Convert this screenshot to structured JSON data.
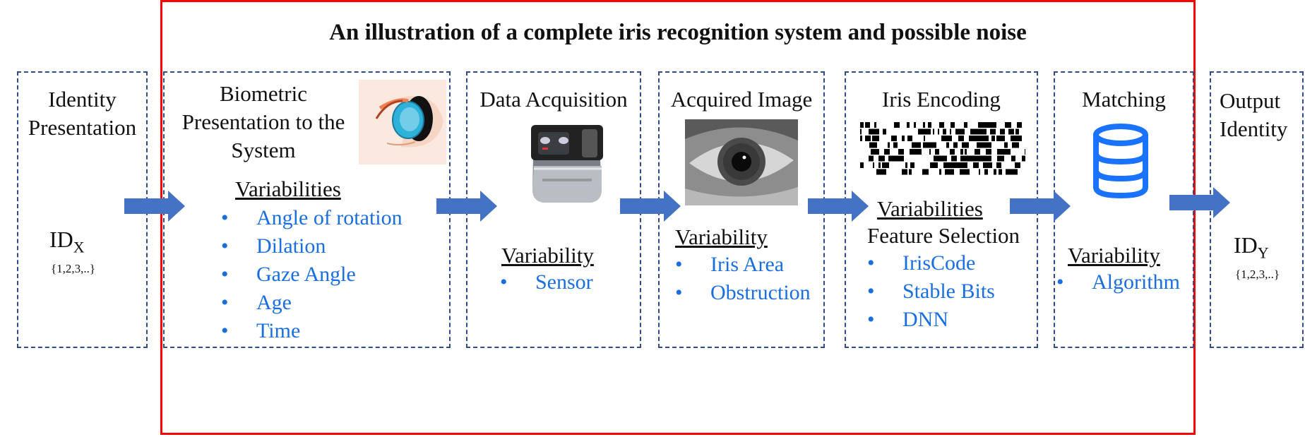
{
  "title": "An illustration of a complete iris recognition system and possible noise",
  "colors": {
    "frame": "#ff0000",
    "box_border": "#2f4b8a",
    "arrow": "#4472c4",
    "bullet_text": "#1a6fe0"
  },
  "identity": {
    "heading_line1": "Identity",
    "heading_line2": "Presentation",
    "id_base": "ID",
    "id_sub": "X",
    "id_set": "{1,2,3,..}"
  },
  "biometric": {
    "heading_line1": "Biometric",
    "heading_line2": "Presentation to the",
    "heading_line3": "System",
    "icon": "eye-contact-lens-icon",
    "var_label": "Variabilities",
    "items": [
      "Angle of rotation",
      "Dilation",
      "Gaze Angle",
      "Age",
      "Time"
    ]
  },
  "acquisition": {
    "heading": "Data Acquisition",
    "icon": "iris-scanner-device-icon",
    "var_label": "Variability",
    "items": [
      "Sensor"
    ]
  },
  "acquired": {
    "heading": "Acquired Image",
    "icon": "grayscale-eye-photo",
    "var_label": "Variability",
    "items": [
      "Iris Area",
      "Obstruction"
    ]
  },
  "encoding": {
    "heading": "Iris Encoding",
    "icon": "iris-code-barcode",
    "var_label": "Variabilities",
    "subheading": "Feature Selection",
    "items": [
      "IrisCode",
      "Stable Bits",
      "DNN"
    ]
  },
  "matching": {
    "heading": "Matching",
    "icon": "database-icon",
    "var_label": "Variability",
    "items": [
      "Algorithm"
    ]
  },
  "output": {
    "heading_line1": "Output",
    "heading_line2": "Identity",
    "id_base": "ID",
    "id_sub": "Y",
    "id_set": "{1,2,3,..}"
  },
  "bullet_glyph": "•"
}
